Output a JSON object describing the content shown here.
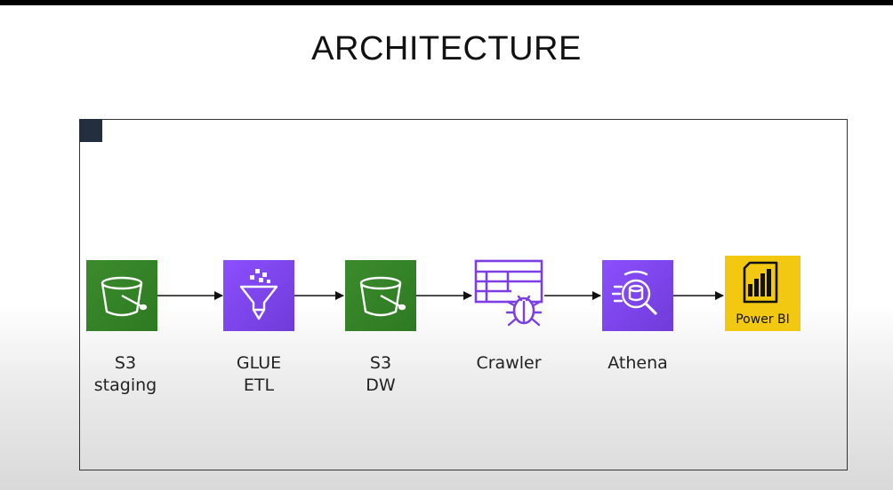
{
  "slide": {
    "title": "ARCHITECTURE"
  },
  "nodes": [
    {
      "id": "s3-staging",
      "icon": "s3-bucket-icon",
      "line1": "S3",
      "line2": "staging",
      "color": "#3b8b2c"
    },
    {
      "id": "glue-etl",
      "icon": "glue-funnel-icon",
      "line1": "GLUE",
      "line2": "ETL",
      "color": "#8c4fff"
    },
    {
      "id": "s3-dw",
      "icon": "s3-bucket-icon",
      "line1": "S3",
      "line2": "DW",
      "color": "#3b8b2c"
    },
    {
      "id": "crawler",
      "icon": "glue-crawler-icon",
      "line1": "Crawler",
      "line2": "",
      "color": "#8c4fff"
    },
    {
      "id": "athena",
      "icon": "athena-icon",
      "line1": "Athena",
      "line2": "",
      "color": "#8c4fff"
    },
    {
      "id": "power-bi",
      "icon": "power-bi-logo",
      "logo_text": "Power BI",
      "color": "#f2c811"
    }
  ],
  "edges": [
    [
      "s3-staging",
      "glue-etl"
    ],
    [
      "glue-etl",
      "s3-dw"
    ],
    [
      "s3-dw",
      "crawler"
    ],
    [
      "crawler",
      "athena"
    ],
    [
      "athena",
      "power-bi"
    ]
  ]
}
